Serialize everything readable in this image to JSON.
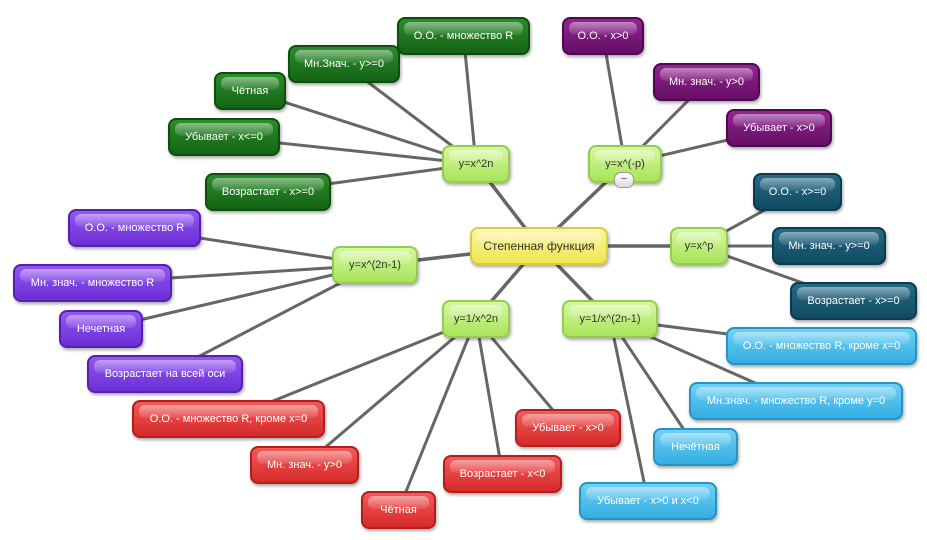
{
  "root": {
    "id": "root",
    "label": "Степенная функция",
    "group": "root"
  },
  "colors": {
    "link": "#666666"
  },
  "collapse_icon": "−",
  "nodes": [
    {
      "id": "f1",
      "parent": "root",
      "label": "y=x^2n",
      "group": "func"
    },
    {
      "id": "f2",
      "parent": "root",
      "label": "y=x^(-p)",
      "group": "func"
    },
    {
      "id": "f3",
      "parent": "root",
      "label": "y=x^p",
      "group": "func"
    },
    {
      "id": "f4",
      "parent": "root",
      "label": "y=x^(2n-1)",
      "group": "func"
    },
    {
      "id": "f5",
      "parent": "root",
      "label": "y=1/x^2n",
      "group": "func"
    },
    {
      "id": "f6",
      "parent": "root",
      "label": "y=1/x^(2n-1)",
      "group": "func"
    },
    {
      "id": "a1",
      "parent": "f1",
      "label": "О.О. - множество R",
      "group": "green"
    },
    {
      "id": "a2",
      "parent": "f1",
      "label": "Мн.Знач. - y>=0",
      "group": "green"
    },
    {
      "id": "a3",
      "parent": "f1",
      "label": "Чётная",
      "group": "green"
    },
    {
      "id": "a4",
      "parent": "f1",
      "label": "Убывает - x<=0",
      "group": "green"
    },
    {
      "id": "a5",
      "parent": "f1",
      "label": "Возрастает - x>=0",
      "group": "green"
    },
    {
      "id": "b1",
      "parent": "f2",
      "label": "О.О. - x>0",
      "group": "purple"
    },
    {
      "id": "b2",
      "parent": "f2",
      "label": "Мн. знач. - y>0",
      "group": "purple"
    },
    {
      "id": "b3",
      "parent": "f2",
      "label": "Убывает - x>0",
      "group": "purple"
    },
    {
      "id": "c1",
      "parent": "f3",
      "label": "О.О. - x>=0",
      "group": "teal"
    },
    {
      "id": "c2",
      "parent": "f3",
      "label": "Мн. знач. - y>=0",
      "group": "teal"
    },
    {
      "id": "c3",
      "parent": "f3",
      "label": "Возрастает - x>=0",
      "group": "teal"
    },
    {
      "id": "d1",
      "parent": "f4",
      "label": "О.О. - множество R",
      "group": "violet"
    },
    {
      "id": "d2",
      "parent": "f4",
      "label": "Мн. знач. - множество R",
      "group": "violet"
    },
    {
      "id": "d3",
      "parent": "f4",
      "label": "Нечетная",
      "group": "violet"
    },
    {
      "id": "d4",
      "parent": "f4",
      "label": "Возрастает на всей оси",
      "group": "violet"
    },
    {
      "id": "e1",
      "parent": "f5",
      "label": "О.О. - множество R, кроме x=0",
      "group": "red"
    },
    {
      "id": "e2",
      "parent": "f5",
      "label": "Мн. знач. - y>0",
      "group": "red"
    },
    {
      "id": "e3",
      "parent": "f5",
      "label": "Чётная",
      "group": "red"
    },
    {
      "id": "e4",
      "parent": "f5",
      "label": "Возрастает - x<0",
      "group": "red"
    },
    {
      "id": "e5",
      "parent": "f5",
      "label": "Убывает - x>0",
      "group": "red"
    },
    {
      "id": "g1",
      "parent": "f6",
      "label": "О.О. - множество R, кроме x=0",
      "group": "lblue"
    },
    {
      "id": "g2",
      "parent": "f6",
      "label": "Мн.знач. - множество R, кроме y=0",
      "group": "lblue"
    },
    {
      "id": "g3",
      "parent": "f6",
      "label": "Нечётная",
      "group": "lblue"
    },
    {
      "id": "g4",
      "parent": "f6",
      "label": "Убывает - x>0 и x<0",
      "group": "lblue"
    }
  ]
}
